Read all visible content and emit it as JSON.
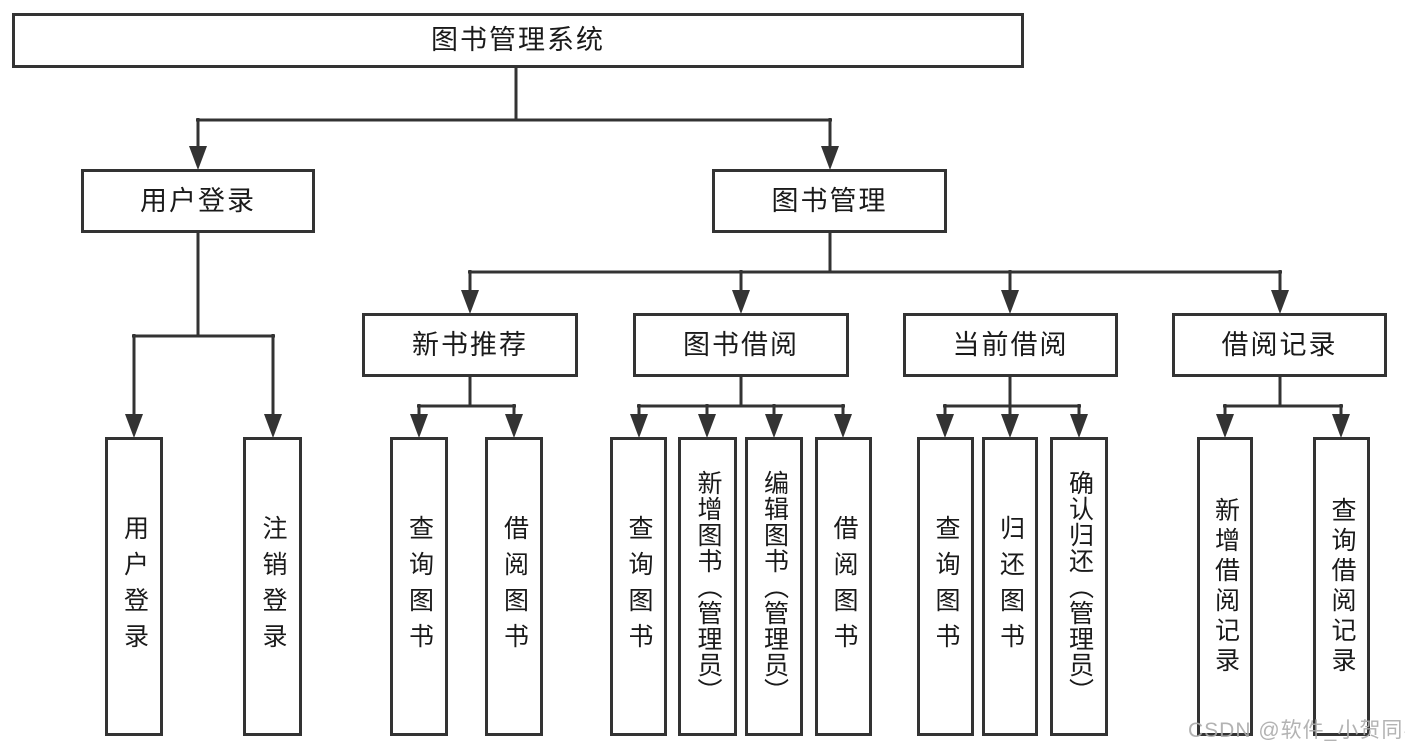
{
  "colors": {
    "line": "#333333",
    "border": "#333333",
    "text": "#1a1a1a",
    "watermark": "#ababab",
    "background": "#ffffff"
  },
  "watermark": {
    "text": "CSDN @软件_小贺同学"
  },
  "tree": {
    "label": "图书管理系统",
    "children": [
      {
        "label": "用户登录",
        "children": [
          {
            "label": "用户登录"
          },
          {
            "label": "注销登录"
          }
        ]
      },
      {
        "label": "图书管理",
        "children": [
          {
            "label": "新书推荐",
            "children": [
              {
                "label": "查询图书"
              },
              {
                "label": "借阅图书"
              }
            ]
          },
          {
            "label": "图书借阅",
            "children": [
              {
                "label": "查询图书"
              },
              {
                "label": "新增图书（管理员）"
              },
              {
                "label": "编辑图书（管理员）"
              },
              {
                "label": "借阅图书"
              }
            ]
          },
          {
            "label": "当前借阅",
            "children": [
              {
                "label": "查询图书"
              },
              {
                "label": "归还图书"
              },
              {
                "label": "确认归还（管理员）"
              }
            ]
          },
          {
            "label": "借阅记录",
            "children": [
              {
                "label": "新增借阅记录"
              },
              {
                "label": "查询借阅记录"
              }
            ]
          }
        ]
      }
    ]
  }
}
